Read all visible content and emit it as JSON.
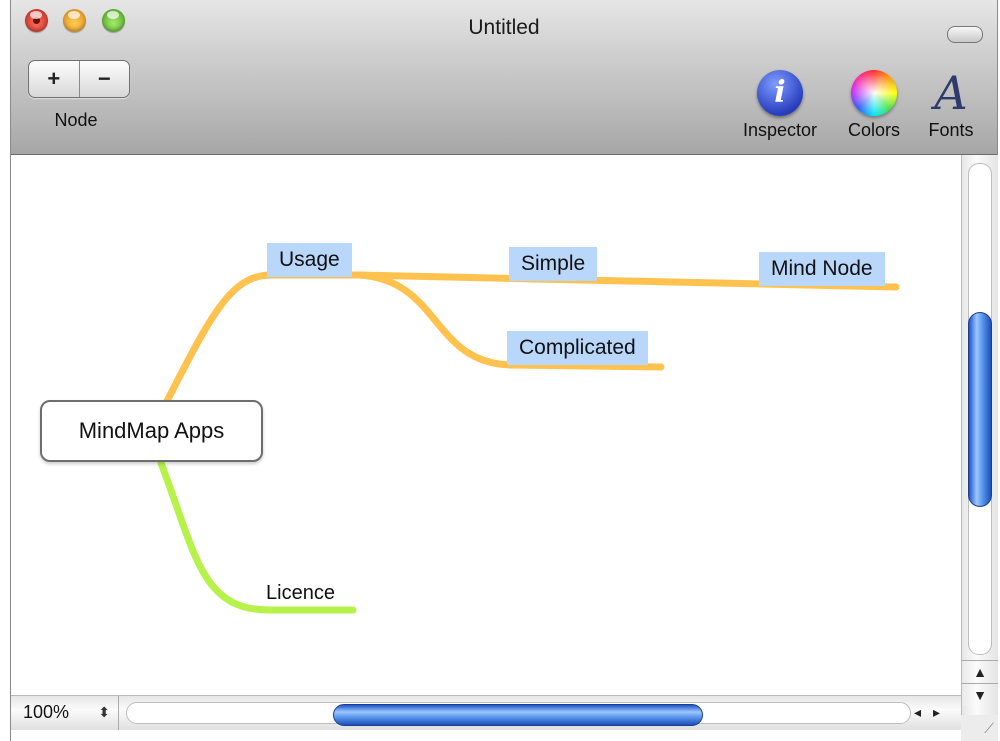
{
  "window": {
    "title": "Untitled"
  },
  "toolbar": {
    "add_label": "+",
    "remove_label": "−",
    "node_label": "Node",
    "inspector_label": "Inspector",
    "colors_label": "Colors",
    "fonts_label": "Fonts",
    "inspector_glyph": "i",
    "fonts_glyph": "A"
  },
  "mindmap": {
    "root": "MindMap Apps",
    "usage": "Usage",
    "simple": "Simple",
    "mind_node": "Mind Node",
    "complicated": "Complicated",
    "licence": "Licence"
  },
  "colors": {
    "branch_usage": "#ffc24f",
    "branch_licence": "#b7f24a",
    "node_highlight": "#b9d6fb",
    "scroll_thumb": "#3a78e0"
  },
  "statusbar": {
    "zoom": "100%"
  },
  "icons": [
    "close-icon",
    "minimize-icon",
    "zoom-icon",
    "toolbar-toggle-icon",
    "info-icon",
    "color-wheel-icon",
    "font-icon",
    "up-arrow-icon",
    "down-arrow-icon",
    "left-arrow-icon",
    "right-arrow-icon",
    "resize-grip-icon"
  ]
}
